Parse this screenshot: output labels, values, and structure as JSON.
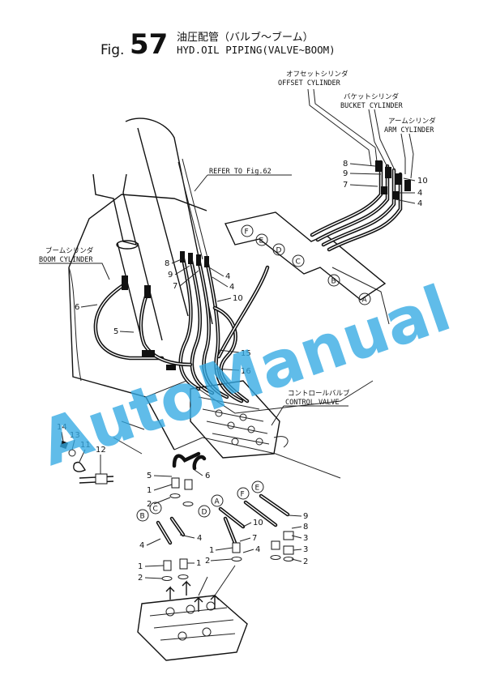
{
  "title": {
    "fig_prefix": "Fig.",
    "fig_number": "57",
    "title_jp": "油圧配管（バルブ〜ブーム）",
    "title_en": "HYD.OIL PIPING(VALVE~BOOM)"
  },
  "labels": {
    "offset_cylinder_jp": "オフセットシリンダ",
    "offset_cylinder_en": "OFFSET CYLINDER",
    "bucket_cylinder_jp": "バケットシリンダ",
    "bucket_cylinder_en": "BUCKET CYLINDER",
    "arm_cylinder_jp": "アームシリンダ",
    "arm_cylinder_en": "ARM CYLINDER",
    "boom_cylinder_jp": "ブームシリンダ",
    "boom_cylinder_en": "BOOM CYLINDER",
    "control_valve_jp": "コントロールバルブ",
    "control_valve_en": "CONTROL VALVE",
    "refer": "REFER TO Fig.62"
  },
  "ports": [
    "A",
    "B",
    "C",
    "D",
    "E",
    "F"
  ],
  "part_numbers": [
    "1",
    "2",
    "3",
    "4",
    "5",
    "6",
    "7",
    "8",
    "9",
    "10",
    "11",
    "12",
    "13",
    "14",
    "15",
    "16"
  ],
  "watermark": "AutoManual",
  "colors": {
    "watermark": "#33a9e3",
    "ink": "#111111"
  }
}
